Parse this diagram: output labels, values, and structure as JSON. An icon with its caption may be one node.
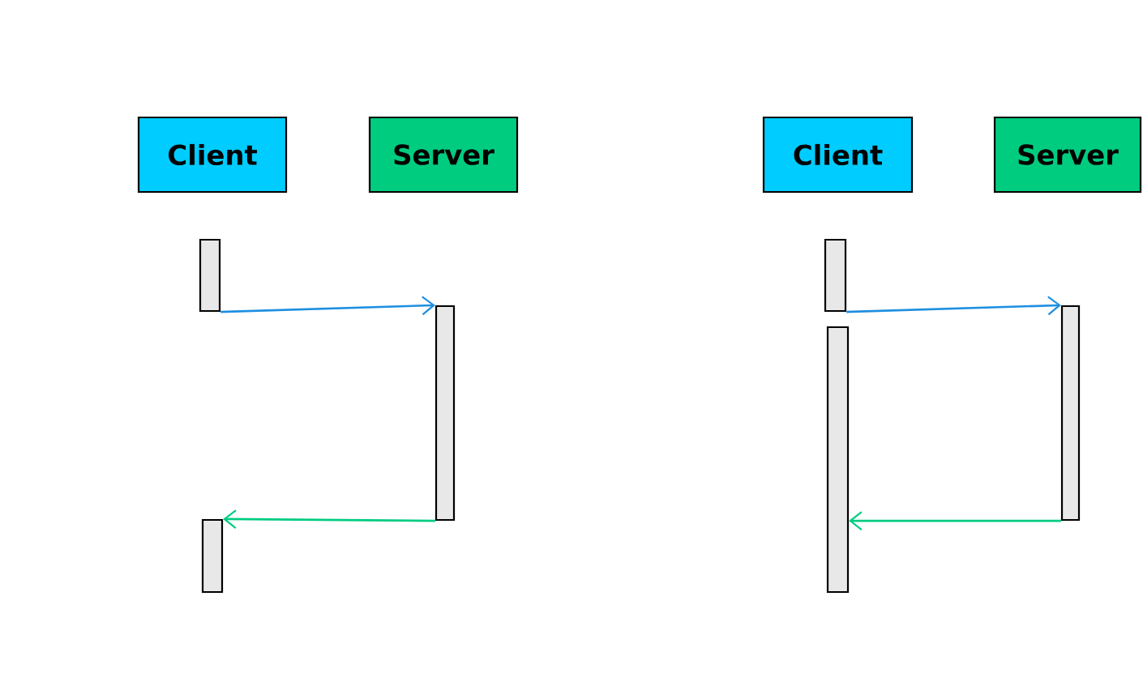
{
  "diagram": {
    "nodes": [
      {
        "text": [
          "Client"
        ]
      },
      {
        "text": [
          "Server"
        ]
      },
      {
        "text": [],
        "shape": "bar"
      },
      {
        "text": [],
        "shape": "bar"
      },
      {
        "text": [],
        "shape": "bar"
      },
      {
        "text": [
          "Client"
        ]
      },
      {
        "text": [
          "Server"
        ]
      },
      {
        "text": [],
        "shape": "bar"
      },
      {
        "text": [],
        "shape": "bar"
      },
      {
        "text": [],
        "shape": "bar"
      }
    ],
    "edges": [
      {
        "from": 2,
        "to": 3,
        "arrow": "to",
        "color": "#1e8fe0"
      },
      {
        "from": 3,
        "to": 4,
        "arrow": "to",
        "color": "#00cc80"
      },
      {
        "from": 7,
        "to": 9,
        "arrow": "to",
        "color": "#1e8fe0"
      },
      {
        "from": 9,
        "to": 8,
        "arrow": "to",
        "color": "#00cc80"
      }
    ]
  }
}
